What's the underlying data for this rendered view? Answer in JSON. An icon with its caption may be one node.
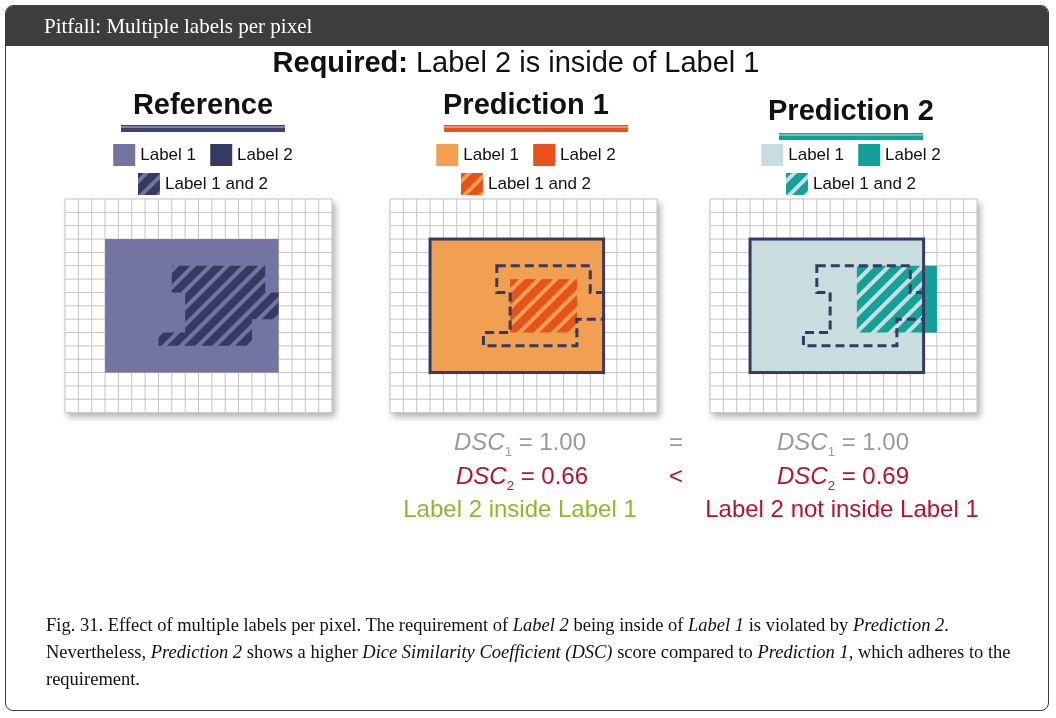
{
  "diagram": {
    "title": "Pitfall: Multiple labels per pixel",
    "caption": "Fig. 31.  Effect of multiple labels per pixel. The requirement of *Label 2* being inside of *Label 1* is violated by *Prediction 2*. Nevertheless, *Prediction 2* shows a higher *Dice Similarity Coefficient (DSC)* score compared to *Prediction 1*, which adheres to the requirement.",
    "labels": [
      "**Required:** Label 2 is inside of Label 1",
      "Reference",
      "Prediction 1",
      "Prediction 2",
      "*DSC*$_{1}$ = 1.00",
      "=",
      "*DSC*$_{1}$ = 1.00",
      "*DSC*$_{2}$ = 0.66",
      "<",
      "*DSC*$_{2}$ = 0.69",
      "Label 2 inside Label 1",
      "Label 2 not inside Label 1"
    ],
    "legend": [
      {
        "text": "Label 1",
        "color": "#7474a2"
      },
      {
        "text": "Label 2",
        "color": "#363a62"
      },
      {
        "text": "Label 1 and 2"
      },
      {
        "text": "Label 1",
        "color": "#f0a050"
      },
      {
        "text": "Label 2",
        "color": "#e8501e"
      },
      {
        "text": "Label 1 and 2"
      },
      {
        "text": "Label 1",
        "color": "#c8dede"
      },
      {
        "text": "Label 2",
        "color": "#13a098"
      },
      {
        "text": "Label 1 and 2"
      }
    ]
  }
}
